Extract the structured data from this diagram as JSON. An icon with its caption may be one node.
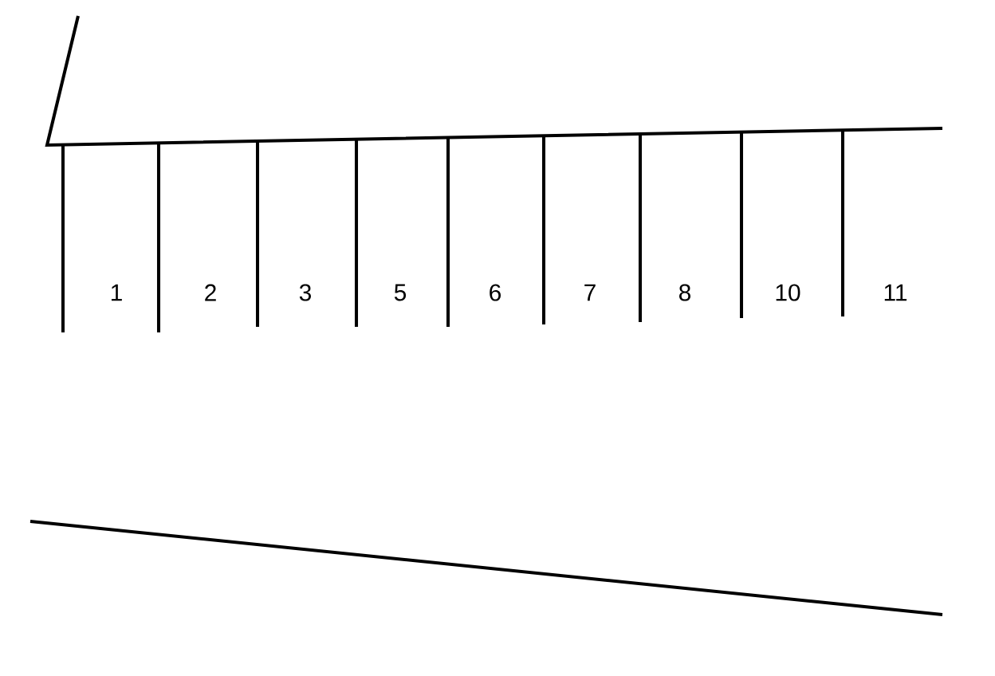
{
  "diagram": {
    "labels": [
      "1",
      "2",
      "3",
      "5",
      "6",
      "7",
      "8",
      "10",
      "11"
    ]
  }
}
